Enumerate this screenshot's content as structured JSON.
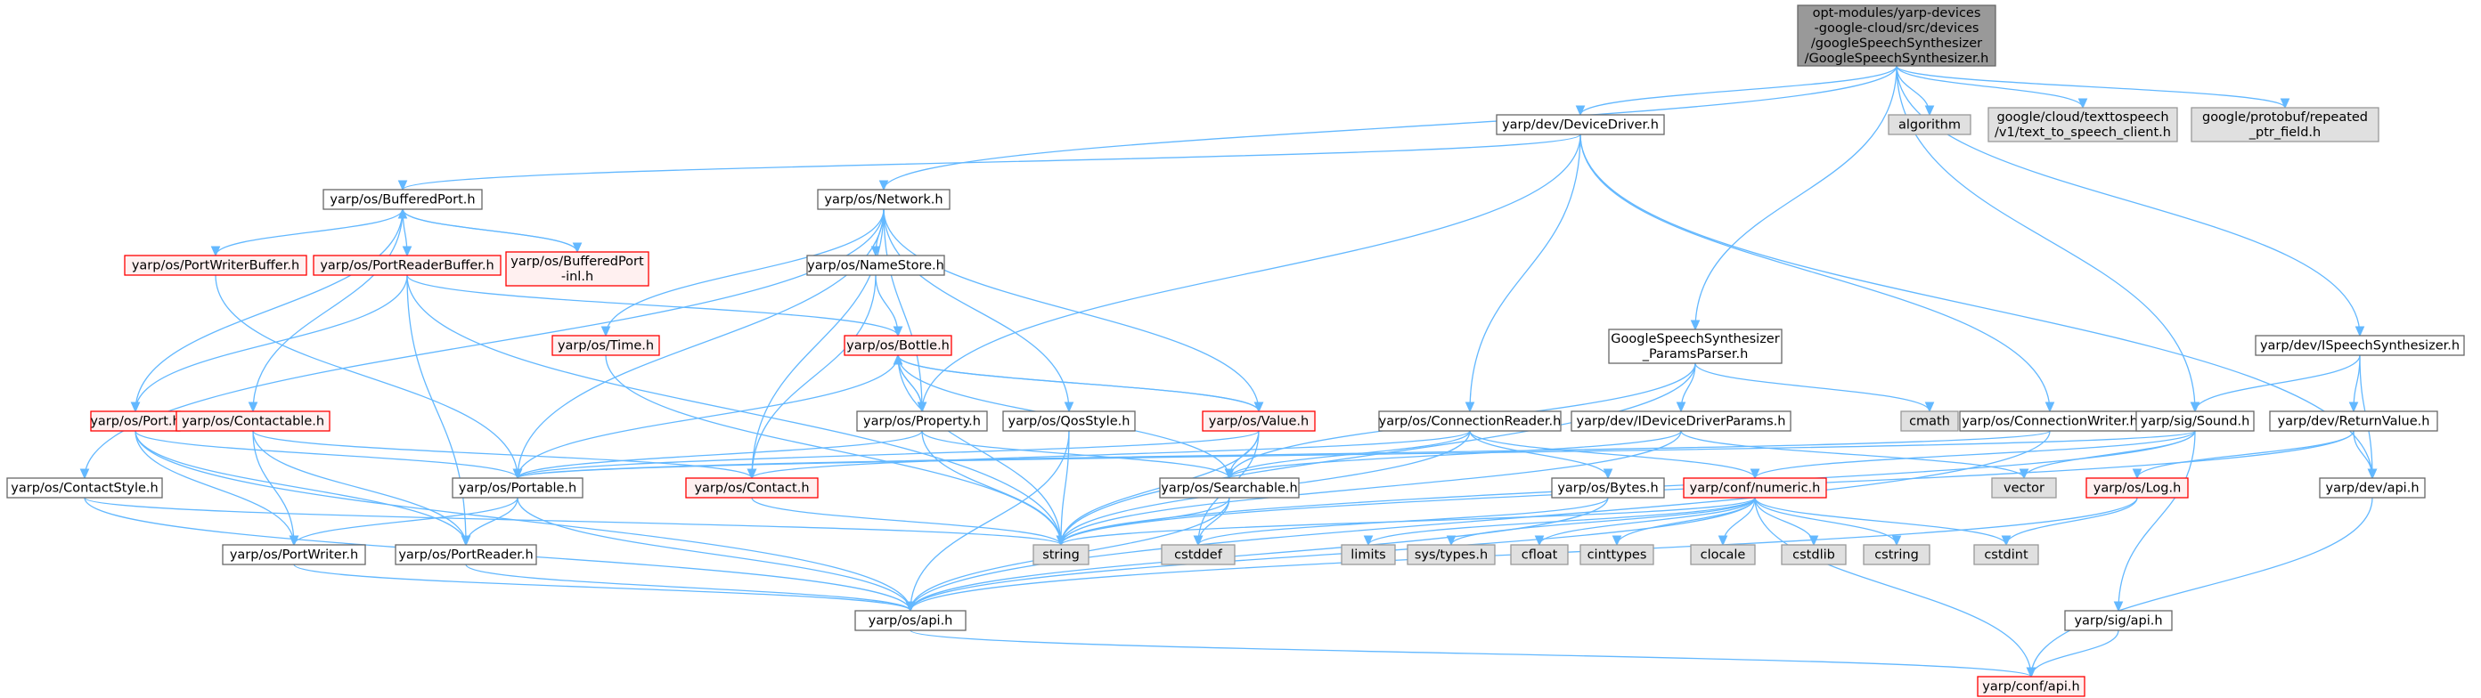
{
  "colors": {
    "root_fill": "#999999",
    "root_stroke": "#666666",
    "normal_fill": "#ffffff",
    "normal_stroke": "#666666",
    "truncated_fill": "#fff0f0",
    "truncated_stroke": "#ff0000",
    "system_fill": "#e0e0e0",
    "system_stroke": "#999999",
    "edge": "#63b8ff"
  },
  "graph": {
    "nodes": [
      {
        "id": "root",
        "kind": "root",
        "lines": [
          "opt-modules/yarp-devices",
          "-google-cloud/src/devices",
          "/googleSpeechSynthesizer",
          "/GoogleSpeechSynthesizer.h"
        ]
      },
      {
        "id": "devicedriver",
        "kind": "normal",
        "lines": [
          "yarp/dev/DeviceDriver.h"
        ]
      },
      {
        "id": "algorithm",
        "kind": "system",
        "lines": [
          "algorithm"
        ]
      },
      {
        "id": "tts_client",
        "kind": "system",
        "lines": [
          "google/cloud/texttospeech",
          "/v1/text_to_speech_client.h"
        ]
      },
      {
        "id": "repeated_ptr",
        "kind": "system",
        "lines": [
          "google/protobuf/repeated",
          "_ptr_field.h"
        ]
      },
      {
        "id": "bufferedport",
        "kind": "normal",
        "lines": [
          "yarp/os/BufferedPort.h"
        ]
      },
      {
        "id": "network",
        "kind": "normal",
        "lines": [
          "yarp/os/Network.h"
        ]
      },
      {
        "id": "portwriterbuffer",
        "kind": "truncated",
        "lines": [
          "yarp/os/PortWriterBuffer.h"
        ]
      },
      {
        "id": "portreaderbuffer",
        "kind": "truncated",
        "lines": [
          "yarp/os/PortReaderBuffer.h"
        ]
      },
      {
        "id": "bufferedport_inl",
        "kind": "truncated",
        "lines": [
          "yarp/os/BufferedPort",
          "-inl.h"
        ]
      },
      {
        "id": "namestore",
        "kind": "normal",
        "lines": [
          "yarp/os/NameStore.h"
        ]
      },
      {
        "id": "time",
        "kind": "truncated",
        "lines": [
          "yarp/os/Time.h"
        ]
      },
      {
        "id": "bottle",
        "kind": "truncated",
        "lines": [
          "yarp/os/Bottle.h"
        ]
      },
      {
        "id": "port",
        "kind": "truncated",
        "lines": [
          "yarp/os/Port.h"
        ]
      },
      {
        "id": "contactable",
        "kind": "truncated",
        "lines": [
          "yarp/os/Contactable.h"
        ]
      },
      {
        "id": "property",
        "kind": "normal",
        "lines": [
          "yarp/os/Property.h"
        ]
      },
      {
        "id": "qosstyle",
        "kind": "normal",
        "lines": [
          "yarp/os/QosStyle.h"
        ]
      },
      {
        "id": "value",
        "kind": "truncated",
        "lines": [
          "yarp/os/Value.h"
        ]
      },
      {
        "id": "paramsparser",
        "kind": "normal",
        "lines": [
          "GoogleSpeechSynthesizer",
          "_ParamsParser.h"
        ]
      },
      {
        "id": "connectionreader",
        "kind": "normal",
        "lines": [
          "yarp/os/ConnectionReader.h"
        ]
      },
      {
        "id": "idevicedriverparams",
        "kind": "normal",
        "lines": [
          "yarp/dev/IDeviceDriverParams.h"
        ]
      },
      {
        "id": "cmath",
        "kind": "system",
        "lines": [
          "cmath"
        ]
      },
      {
        "id": "connectionwriter",
        "kind": "normal",
        "lines": [
          "yarp/os/ConnectionWriter.h"
        ]
      },
      {
        "id": "ispeechsynth",
        "kind": "normal",
        "lines": [
          "yarp/dev/ISpeechSynthesizer.h"
        ]
      },
      {
        "id": "sound",
        "kind": "normal",
        "lines": [
          "yarp/sig/Sound.h"
        ]
      },
      {
        "id": "returnvalue",
        "kind": "normal",
        "lines": [
          "yarp/dev/ReturnValue.h"
        ]
      },
      {
        "id": "contactstyle",
        "kind": "normal",
        "lines": [
          "yarp/os/ContactStyle.h"
        ]
      },
      {
        "id": "portable",
        "kind": "normal",
        "lines": [
          "yarp/os/Portable.h"
        ]
      },
      {
        "id": "contact",
        "kind": "truncated",
        "lines": [
          "yarp/os/Contact.h"
        ]
      },
      {
        "id": "searchable",
        "kind": "normal",
        "lines": [
          "yarp/os/Searchable.h"
        ]
      },
      {
        "id": "bytes",
        "kind": "normal",
        "lines": [
          "yarp/os/Bytes.h"
        ]
      },
      {
        "id": "numeric",
        "kind": "truncated",
        "lines": [
          "yarp/conf/numeric.h"
        ]
      },
      {
        "id": "vector",
        "kind": "system",
        "lines": [
          "vector"
        ]
      },
      {
        "id": "log",
        "kind": "truncated",
        "lines": [
          "yarp/os/Log.h"
        ]
      },
      {
        "id": "devapi",
        "kind": "normal",
        "lines": [
          "yarp/dev/api.h"
        ]
      },
      {
        "id": "portwriter",
        "kind": "normal",
        "lines": [
          "yarp/os/PortWriter.h"
        ]
      },
      {
        "id": "portreader",
        "kind": "normal",
        "lines": [
          "yarp/os/PortReader.h"
        ]
      },
      {
        "id": "string",
        "kind": "system",
        "lines": [
          "string"
        ]
      },
      {
        "id": "cstddef",
        "kind": "system",
        "lines": [
          "cstddef"
        ]
      },
      {
        "id": "limits",
        "kind": "system",
        "lines": [
          "limits"
        ]
      },
      {
        "id": "systypes",
        "kind": "system",
        "lines": [
          "sys/types.h"
        ]
      },
      {
        "id": "cfloat",
        "kind": "system",
        "lines": [
          "cfloat"
        ]
      },
      {
        "id": "cinttypes",
        "kind": "system",
        "lines": [
          "cinttypes"
        ]
      },
      {
        "id": "clocale",
        "kind": "system",
        "lines": [
          "clocale"
        ]
      },
      {
        "id": "cstdlib",
        "kind": "system",
        "lines": [
          "cstdlib"
        ]
      },
      {
        "id": "cstring",
        "kind": "system",
        "lines": [
          "cstring"
        ]
      },
      {
        "id": "cstdint",
        "kind": "system",
        "lines": [
          "cstdint"
        ]
      },
      {
        "id": "osapi",
        "kind": "normal",
        "lines": [
          "yarp/os/api.h"
        ]
      },
      {
        "id": "sigapi",
        "kind": "normal",
        "lines": [
          "yarp/sig/api.h"
        ]
      },
      {
        "id": "confapi",
        "kind": "truncated",
        "lines": [
          "yarp/conf/api.h"
        ]
      }
    ],
    "edges": [
      [
        "root",
        "devicedriver"
      ],
      [
        "root",
        "algorithm"
      ],
      [
        "root",
        "tts_client"
      ],
      [
        "root",
        "repeated_ptr"
      ],
      [
        "root",
        "network"
      ],
      [
        "root",
        "paramsparser"
      ],
      [
        "root",
        "sound"
      ],
      [
        "root",
        "ispeechsynth"
      ],
      [
        "devicedriver",
        "bufferedport"
      ],
      [
        "devicedriver",
        "property"
      ],
      [
        "devicedriver",
        "connectionreader"
      ],
      [
        "devicedriver",
        "connectionwriter"
      ],
      [
        "devicedriver",
        "devapi"
      ],
      [
        "bufferedport",
        "portwriterbuffer"
      ],
      [
        "bufferedport",
        "portreaderbuffer"
      ],
      [
        "bufferedport",
        "bufferedport_inl"
      ],
      [
        "bufferedport",
        "port"
      ],
      [
        "bufferedport",
        "contactable"
      ],
      [
        "bufferedport_inl",
        "bufferedport"
      ],
      [
        "network",
        "contactstyle"
      ],
      [
        "network",
        "namestore"
      ],
      [
        "network",
        "time"
      ],
      [
        "network",
        "portable"
      ],
      [
        "network",
        "contact"
      ],
      [
        "network",
        "property"
      ],
      [
        "network",
        "qosstyle"
      ],
      [
        "network",
        "value"
      ],
      [
        "portwriterbuffer",
        "portable"
      ],
      [
        "portreaderbuffer",
        "port"
      ],
      [
        "portreaderbuffer",
        "portreader"
      ],
      [
        "portreaderbuffer",
        "bottle"
      ],
      [
        "portreaderbuffer",
        "string"
      ],
      [
        "namestore",
        "bottle"
      ],
      [
        "namestore",
        "contact"
      ],
      [
        "time",
        "string"
      ],
      [
        "bottle",
        "property"
      ],
      [
        "bottle",
        "value"
      ],
      [
        "bottle",
        "portable"
      ],
      [
        "bottle",
        "searchable"
      ],
      [
        "bottle",
        "string"
      ],
      [
        "port",
        "portable"
      ],
      [
        "port",
        "portwriter"
      ],
      [
        "port",
        "portreader"
      ],
      [
        "port",
        "osapi"
      ],
      [
        "contactable",
        "portwriter"
      ],
      [
        "contactable",
        "portreader"
      ],
      [
        "contactable",
        "contact"
      ],
      [
        "property",
        "bottle"
      ],
      [
        "property",
        "portable"
      ],
      [
        "property",
        "searchable"
      ],
      [
        "property",
        "string"
      ],
      [
        "qosstyle",
        "osapi"
      ],
      [
        "qosstyle",
        "string"
      ],
      [
        "value",
        "bottle"
      ],
      [
        "value",
        "portable"
      ],
      [
        "value",
        "searchable"
      ],
      [
        "value",
        "string"
      ],
      [
        "value",
        "cstddef"
      ],
      [
        "paramsparser",
        "cmath"
      ],
      [
        "paramsparser",
        "idevicedriverparams"
      ],
      [
        "paramsparser",
        "searchable"
      ],
      [
        "paramsparser",
        "string"
      ],
      [
        "connectionreader",
        "contact"
      ],
      [
        "connectionreader",
        "bytes"
      ],
      [
        "connectionreader",
        "searchable"
      ],
      [
        "connectionreader",
        "numeric"
      ],
      [
        "connectionreader",
        "string"
      ],
      [
        "idevicedriverparams",
        "string"
      ],
      [
        "idevicedriverparams",
        "vector"
      ],
      [
        "idevicedriverparams",
        "searchable"
      ],
      [
        "connectionwriter",
        "portable"
      ],
      [
        "connectionwriter",
        "osapi"
      ],
      [
        "ispeechsynth",
        "sound"
      ],
      [
        "ispeechsynth",
        "returnvalue"
      ],
      [
        "ispeechsynth",
        "devapi"
      ],
      [
        "sound",
        "numeric"
      ],
      [
        "sound",
        "vector"
      ],
      [
        "sound",
        "string"
      ],
      [
        "sound",
        "sigapi"
      ],
      [
        "sound",
        "portable"
      ],
      [
        "returnvalue",
        "log"
      ],
      [
        "returnvalue",
        "devapi"
      ],
      [
        "returnvalue",
        "string"
      ],
      [
        "contactstyle",
        "string"
      ],
      [
        "contactstyle",
        "osapi"
      ],
      [
        "portable",
        "portwriter"
      ],
      [
        "portable",
        "portreader"
      ],
      [
        "portable",
        "osapi"
      ],
      [
        "contact",
        "string"
      ],
      [
        "searchable",
        "string"
      ],
      [
        "searchable",
        "cstddef"
      ],
      [
        "searchable",
        "osapi"
      ],
      [
        "bytes",
        "cstddef"
      ],
      [
        "bytes",
        "osapi"
      ],
      [
        "numeric",
        "limits"
      ],
      [
        "numeric",
        "systypes"
      ],
      [
        "numeric",
        "cfloat"
      ],
      [
        "numeric",
        "cinttypes"
      ],
      [
        "numeric",
        "clocale"
      ],
      [
        "numeric",
        "cstdlib"
      ],
      [
        "numeric",
        "cstring"
      ],
      [
        "numeric",
        "cstdint"
      ],
      [
        "numeric",
        "confapi"
      ],
      [
        "numeric",
        "string"
      ],
      [
        "numeric",
        "osapi"
      ],
      [
        "log",
        "cstdint"
      ],
      [
        "log",
        "osapi"
      ],
      [
        "devapi",
        "confapi"
      ],
      [
        "portwriter",
        "osapi"
      ],
      [
        "portreader",
        "osapi"
      ],
      [
        "osapi",
        "confapi"
      ],
      [
        "sigapi",
        "confapi"
      ]
    ]
  }
}
